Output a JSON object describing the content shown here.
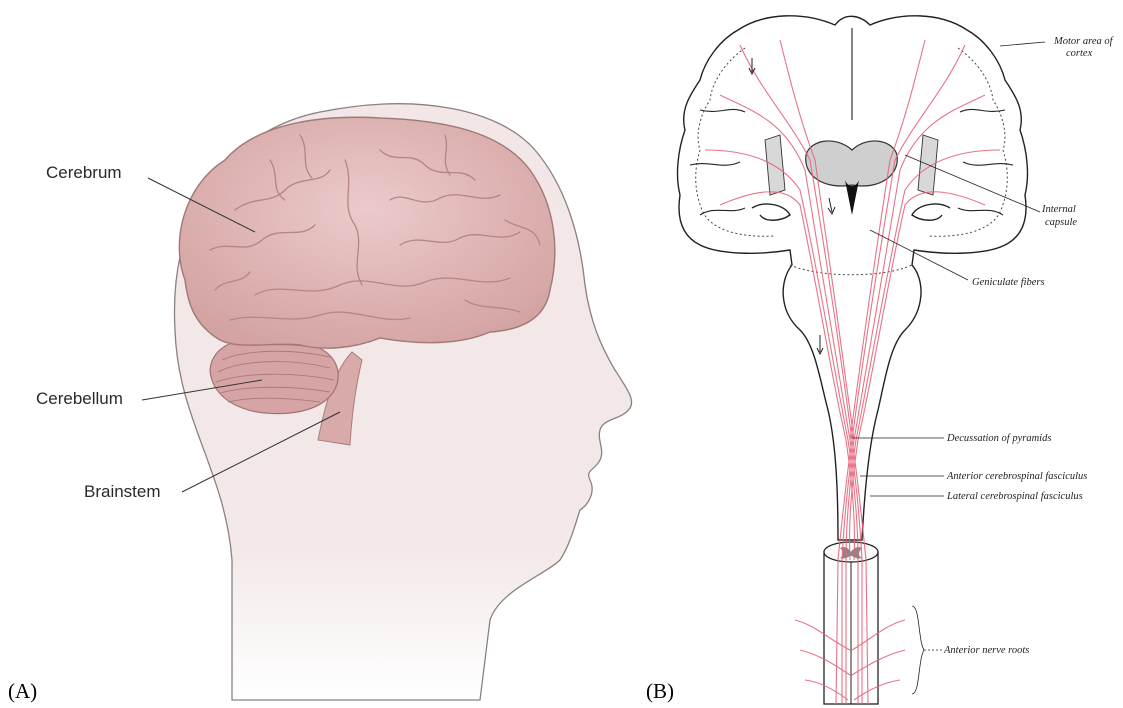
{
  "panel_a": {
    "letter": "(A)",
    "labels": {
      "cerebrum": "Cerebrum",
      "cerebellum": "Cerebellum",
      "brainstem": "Brainstem"
    }
  },
  "panel_b": {
    "letter": "(B)",
    "labels": {
      "motor_area_line1": "Motor area of",
      "motor_area_line2": "cortex",
      "internal_capsule_line1": "Internal",
      "internal_capsule_line2": "capsule",
      "geniculate": "Geniculate fibers",
      "decussation": "Decussation of pyramids",
      "anterior_fasciculus": "Anterior cerebrospinal fasciculus",
      "lateral_fasciculus": "Lateral cerebrospinal fasciculus",
      "nerve_roots": "Anterior nerve roots"
    }
  },
  "colors": {
    "brain": "#e3b9b8",
    "brain_fold": "#b88886",
    "head_shade": "#efe1e1",
    "fiber": "#e6647a",
    "ink": "#222222"
  }
}
